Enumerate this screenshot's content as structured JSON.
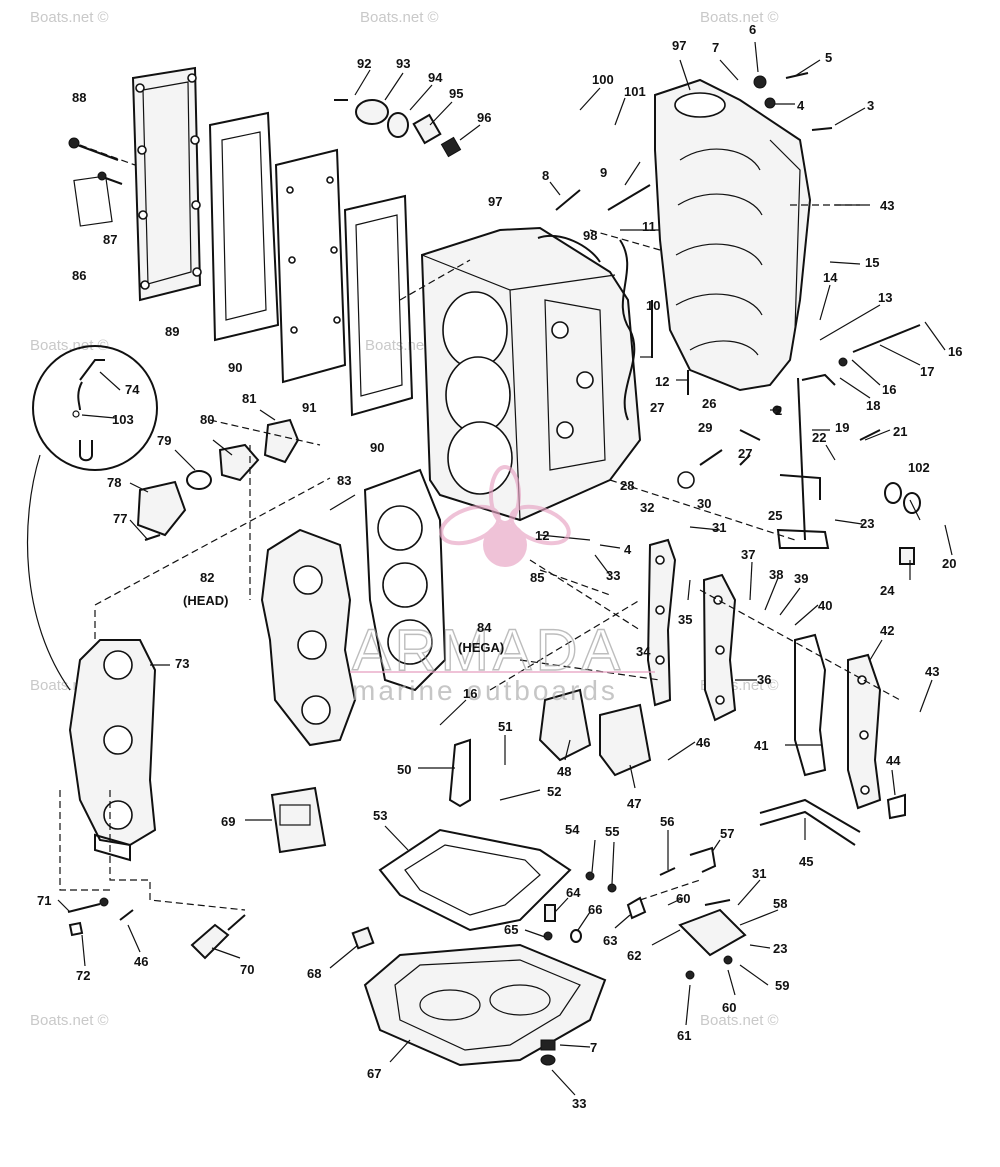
{
  "watermark": {
    "site": "Boats.net ©",
    "brand": "ARMADA",
    "brand_tagline": "marine outboards",
    "logo_color": "#e7a3c3"
  },
  "labels": {
    "head": "(HEAD)",
    "hega": "(HEGA)"
  },
  "callouts": [
    "97",
    "7",
    "6",
    "5",
    "4",
    "3",
    "100",
    "101",
    "92",
    "93",
    "94",
    "95",
    "96",
    "88",
    "87",
    "86",
    "89",
    "90",
    "91",
    "90",
    "8",
    "9",
    "98",
    "11",
    "97",
    "43",
    "15",
    "14",
    "13",
    "17",
    "16",
    "16",
    "18",
    "10",
    "12",
    "2",
    "19",
    "26",
    "22",
    "21",
    "27",
    "29",
    "27",
    "28",
    "30",
    "32",
    "31",
    "25",
    "23",
    "102",
    "20",
    "24",
    "12",
    "4",
    "33",
    "85",
    "84",
    "35",
    "34",
    "37",
    "38",
    "39",
    "40",
    "42",
    "43",
    "36",
    "41",
    "44",
    "45",
    "82",
    "83",
    "80",
    "81",
    "79",
    "78",
    "77",
    "74",
    "103",
    "73",
    "16",
    "51",
    "50",
    "48",
    "47",
    "46",
    "52",
    "53",
    "69",
    "54",
    "55",
    "56",
    "57",
    "31",
    "58",
    "23",
    "64",
    "66",
    "65",
    "63",
    "60",
    "62",
    "59",
    "60",
    "61",
    "68",
    "67",
    "7",
    "33",
    "71",
    "72",
    "46",
    "70"
  ]
}
